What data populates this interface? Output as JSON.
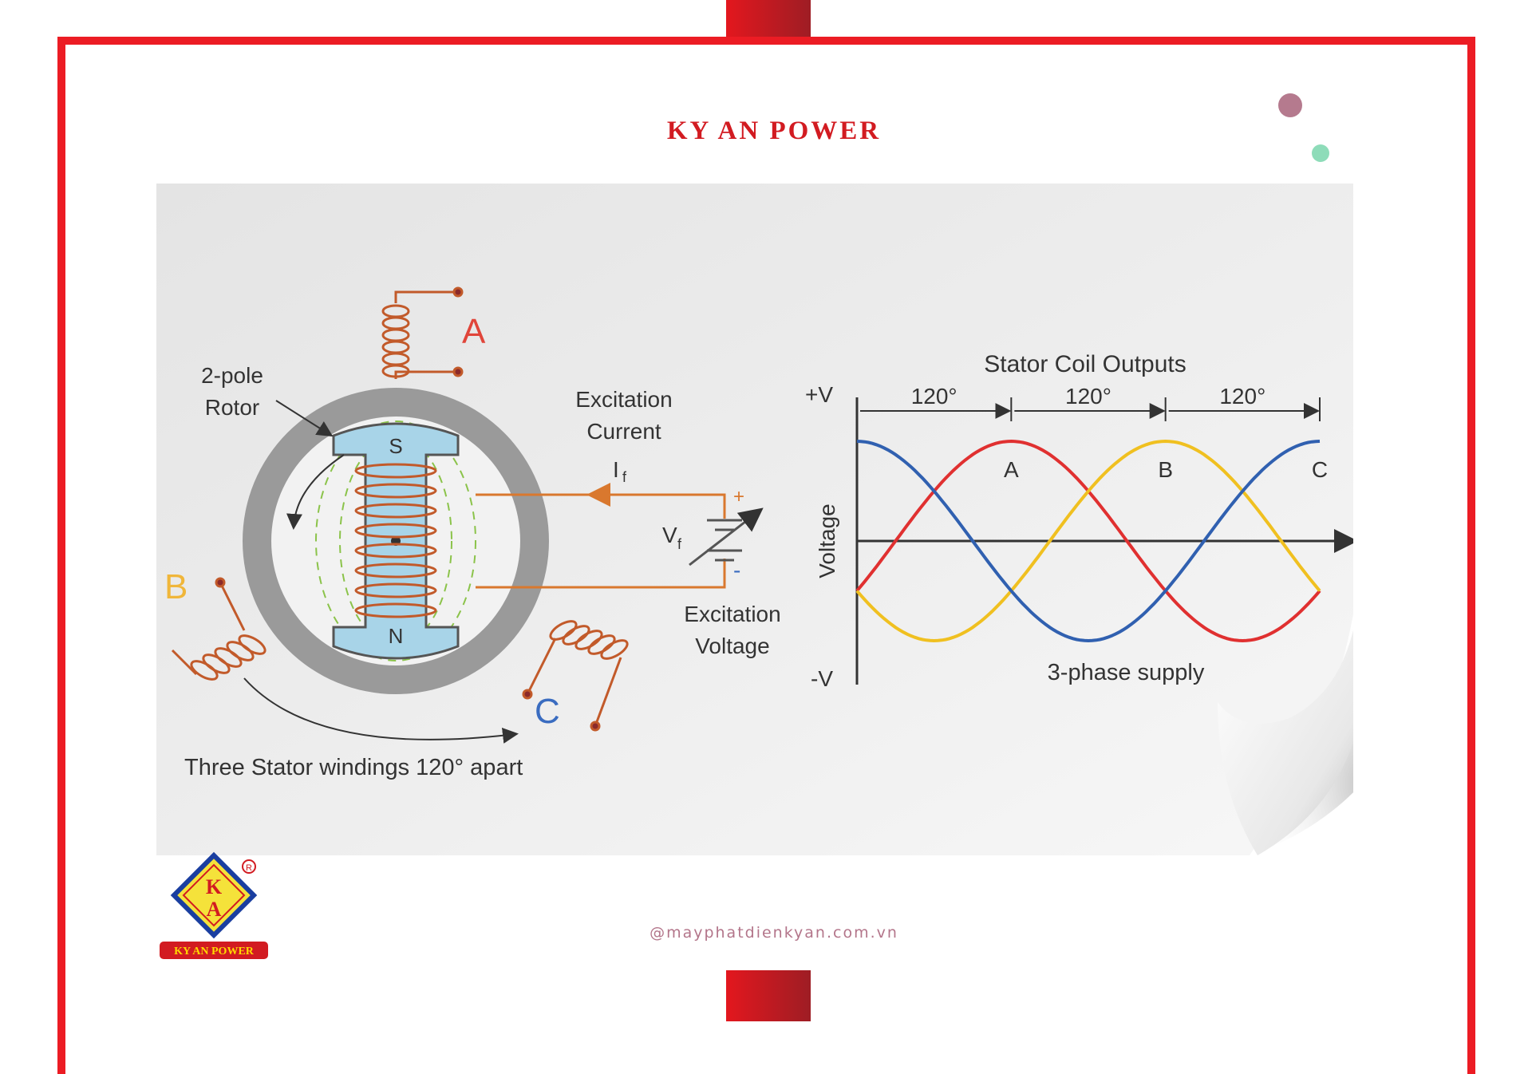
{
  "header": {
    "title": "KY AN POWER"
  },
  "footer": {
    "url": "@mayphatdienkyan.com.vn"
  },
  "logo": {
    "letters_top": "K",
    "letters_bottom": "A",
    "banner": "KY AN POWER",
    "registered": "R"
  },
  "diagram": {
    "rotor_label_line1": "2-pole",
    "rotor_label_line2": "Rotor",
    "pole_south": "S",
    "pole_north": "N",
    "phase_a": "A",
    "phase_b": "B",
    "phase_c": "C",
    "excitation_current_line1": "Excitation",
    "excitation_current_line2": "Current",
    "current_symbol": "I",
    "current_subscript": "f",
    "voltage_symbol": "V",
    "voltage_subscript": "f",
    "plus_sign": "+",
    "minus_sign": "-",
    "excitation_voltage_line1": "Excitation",
    "excitation_voltage_line2": "Voltage",
    "stator_caption": "Three Stator windings 120° apart"
  },
  "chart_data": {
    "type": "line",
    "title": "Stator Coil Outputs",
    "ylabel": "Voltage",
    "y_top_label": "+V",
    "y_bottom_label": "-V",
    "caption": "3-phase supply",
    "phase_spacing_labels": [
      "120°",
      "120°",
      "120°"
    ],
    "phase_peak_labels": [
      "A",
      "B",
      "C"
    ],
    "x_range_degrees": [
      0,
      360
    ],
    "ylim": [
      -1,
      1
    ],
    "series": [
      {
        "name": "A",
        "color": "#e03030",
        "phase_deg": 120
      },
      {
        "name": "B",
        "color": "#f0c020",
        "phase_deg": 240
      },
      {
        "name": "C",
        "color": "#3060b0",
        "phase_deg": 0
      }
    ]
  }
}
